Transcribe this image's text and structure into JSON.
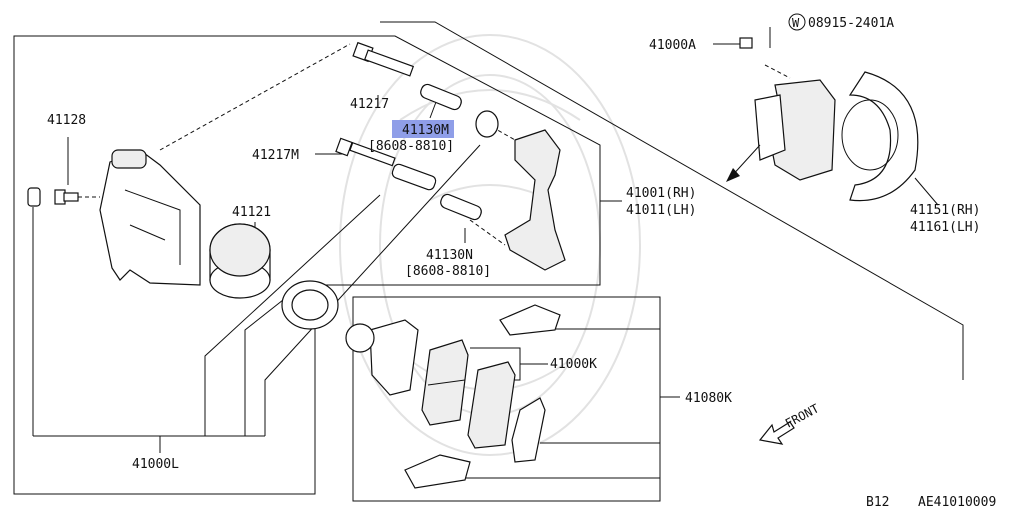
{
  "parts": {
    "p41000A": "41000A",
    "p08915": "08915-2401A",
    "p08915_prefix": "W",
    "p41217": "41217",
    "p41130M": "41130M",
    "p41130M_date": "[8608-8810]",
    "p41128": "41128",
    "p41217M": "41217M",
    "p41121": "41121",
    "p41001": "41001(RH)",
    "p41011": "41011(LH)",
    "p41130N": "41130N",
    "p41130N_date": "[8608-8810]",
    "p41151": "41151(RH)",
    "p41161": "41161(LH)",
    "p41000K": "41000K",
    "p41080K": "41080K",
    "p41000L": "41000L"
  },
  "front_label": "FRONT",
  "footer": {
    "section": "B12",
    "code": "AE41010009"
  },
  "highlight_color": "#8f9ee8"
}
